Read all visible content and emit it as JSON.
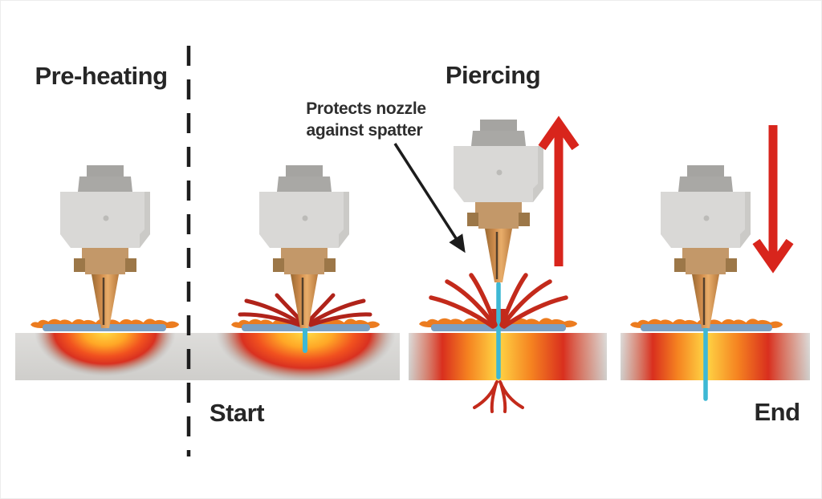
{
  "stage_labels": {
    "preheating": "Pre-heating",
    "start": "Start",
    "piercing": "Piercing",
    "end": "End"
  },
  "annotation": {
    "line1": "Protects nozzle",
    "line2": "against spatter"
  },
  "colors": {
    "arrow_red": "#d8251c",
    "spatter_red": "#c32a1b",
    "spatter_dark_red": "#b0231a",
    "beam_cyan": "#3db8d4",
    "melt_pool_blue": "#7b9fc2",
    "pool_rim_orange": "#ec7c1f",
    "heat_core_yellow": "#ffd645",
    "heat_mid_orange": "#f58220",
    "heat_outer_red": "#d92f1e",
    "plate_gray": "#d8d7d4",
    "torch_body_gray": "#d9d8d6",
    "torch_cap_gray": "#a8a7a4",
    "torch_collar_tan": "#c39869",
    "nozzle_copper": "#c98445",
    "divider_black": "#1c1c1c",
    "text_color": "#262626"
  },
  "icons": {
    "up_arrow": "↑",
    "down_arrow": "↓",
    "annotation_arrow": "↘",
    "divider": "┆"
  }
}
